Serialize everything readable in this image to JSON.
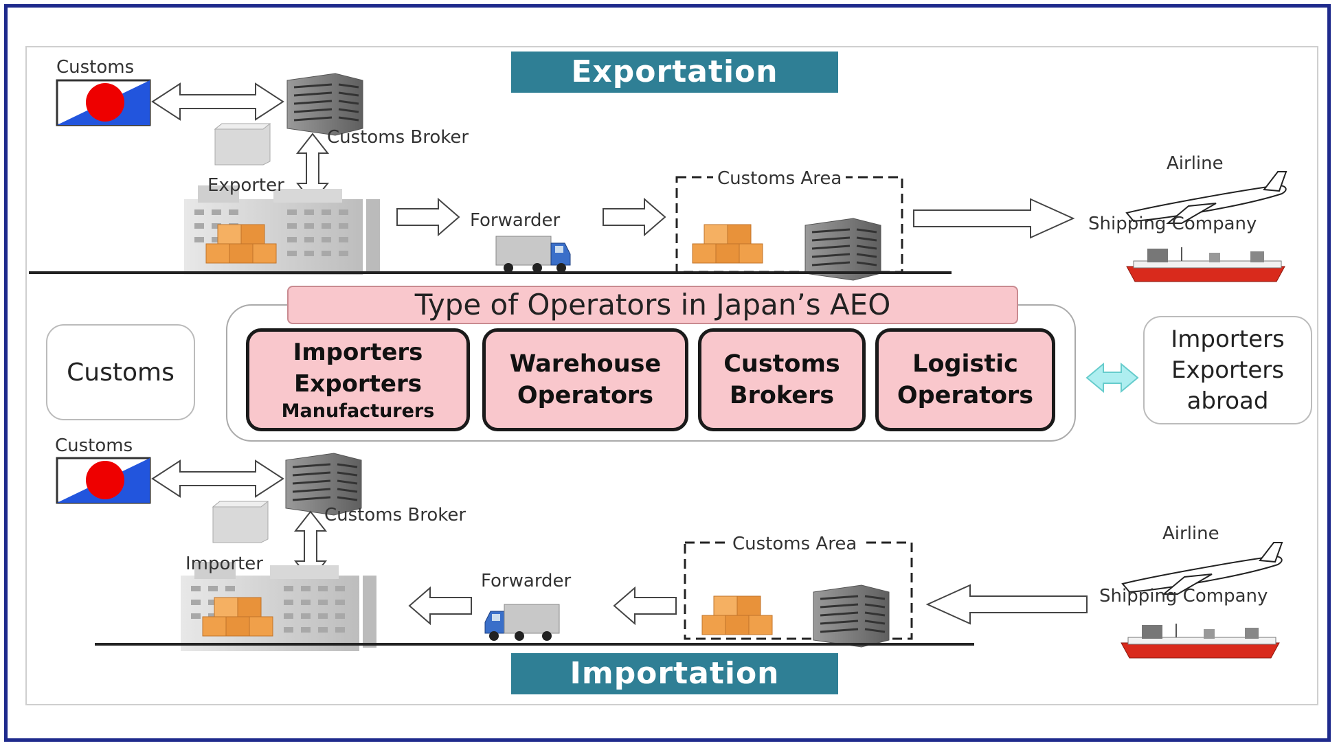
{
  "export": {
    "banner": "Exportation",
    "customs": "Customs",
    "customs_broker": "Customs Broker",
    "exporter": "Exporter",
    "forwarder": "Forwarder",
    "customs_area": "Customs Area",
    "airline": "Airline",
    "shipping_company": "Shipping Company"
  },
  "aeo": {
    "title": "Type of Operators in Japan’s AEO",
    "customs": "Customs",
    "operators": [
      {
        "lines": [
          "Importers",
          "Exporters",
          "Manufacturers"
        ]
      },
      {
        "lines": [
          "Warehouse",
          "Operators"
        ]
      },
      {
        "lines": [
          "Customs",
          "Brokers"
        ]
      },
      {
        "lines": [
          "Logistic",
          "Operators"
        ]
      }
    ],
    "abroad_lines": [
      "Importers",
      "Exporters",
      "abroad"
    ]
  },
  "import": {
    "banner": "Importation",
    "customs": "Customs",
    "customs_broker": "Customs Broker",
    "importer": "Importer",
    "forwarder": "Forwarder",
    "customs_area": "Customs Area",
    "airline": "Airline",
    "shipping_company": "Shipping Company"
  },
  "colors": {
    "banner": "#2f7f95",
    "operator_fill": "#f9c7cc",
    "frame": "#1e2a8c",
    "flag_red": "#ee0000",
    "flag_blue": "#2255dd",
    "crate": "#f0a04a",
    "double_arrow": "#aeeef0"
  }
}
